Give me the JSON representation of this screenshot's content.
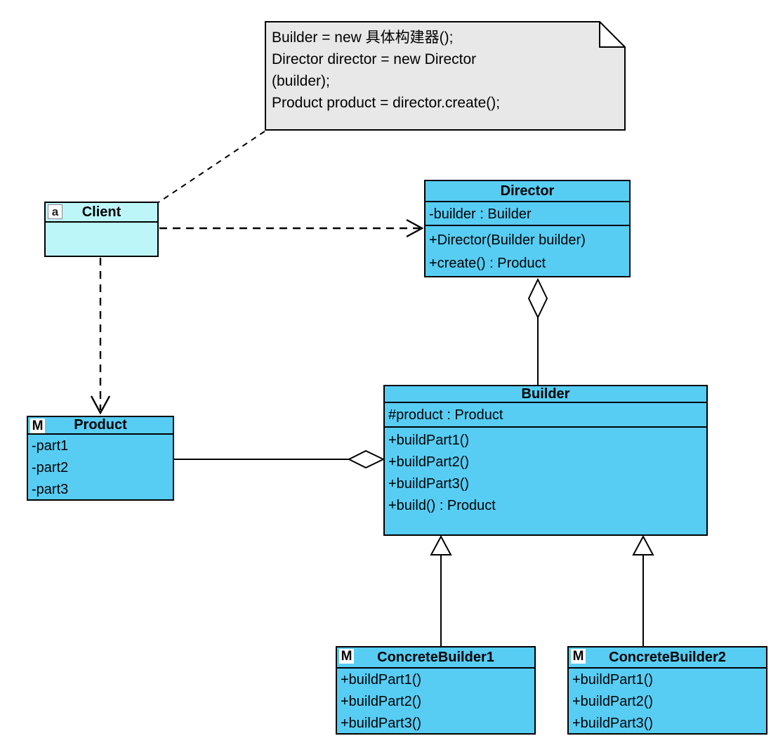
{
  "note": {
    "lines": [
      "Builder = new 具体构建器();",
      "Director director = new Director",
      "(builder);",
      "Product product = director.create();"
    ]
  },
  "classes": {
    "client": {
      "badge": "a",
      "name": "Client",
      "attributes": [],
      "methods": []
    },
    "director": {
      "name": "Director",
      "attributes": [
        "-builder : Builder"
      ],
      "methods": [
        "+Director(Builder builder)",
        "+create() : Product"
      ]
    },
    "product": {
      "badge": "M",
      "name": "Product",
      "attributes": [
        "-part1",
        "-part2",
        "-part3"
      ],
      "methods": []
    },
    "builder": {
      "name": "Builder",
      "attributes": [
        "#product : Product"
      ],
      "methods": [
        "+buildPart1()",
        "+buildPart2()",
        "+buildPart3()",
        "+build() : Product"
      ]
    },
    "concreteBuilder1": {
      "badge": "M",
      "name": "ConcreteBuilder1",
      "methods": [
        "+buildPart1()",
        "+buildPart2()",
        "+buildPart3()"
      ]
    },
    "concreteBuilder2": {
      "badge": "M",
      "name": "ConcreteBuilder2",
      "methods": [
        "+buildPart1()",
        "+buildPart2()",
        "+buildPart3()"
      ]
    }
  },
  "relationships": [
    {
      "from": "note",
      "to": "client",
      "type": "note-anchor",
      "line": "dashed"
    },
    {
      "from": "client",
      "to": "director",
      "type": "dependency",
      "line": "dashed-open-arrow"
    },
    {
      "from": "client",
      "to": "product",
      "type": "dependency",
      "line": "dashed-open-arrow"
    },
    {
      "from": "director",
      "to": "builder",
      "type": "aggregation",
      "diamond_at": "director"
    },
    {
      "from": "builder",
      "to": "product",
      "type": "aggregation",
      "diamond_at": "builder"
    },
    {
      "from": "concreteBuilder1",
      "to": "builder",
      "type": "generalization"
    },
    {
      "from": "concreteBuilder2",
      "to": "builder",
      "type": "generalization"
    }
  ],
  "colors": {
    "class_fill": "#57cdf4",
    "client_fill": "#bdf6f8",
    "note_fill": "#e8e8e8",
    "line": "#000000"
  }
}
